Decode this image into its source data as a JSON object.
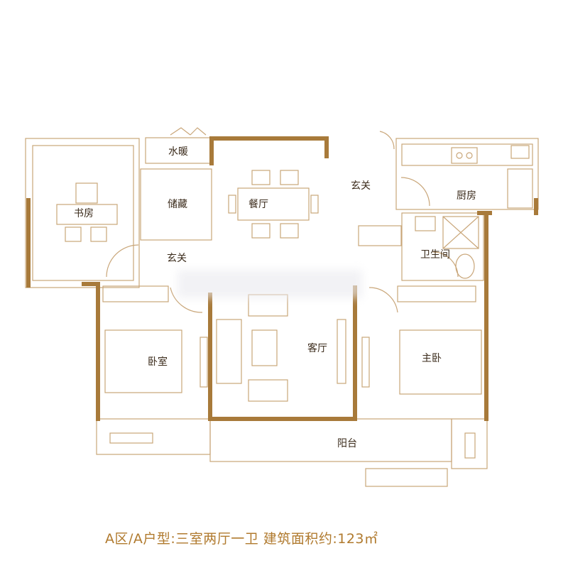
{
  "rooms": {
    "study": "书房",
    "water_heating": "水暖",
    "storage": "储藏",
    "dining": "餐厅",
    "foyer_left": "玄关",
    "foyer_right": "玄关",
    "kitchen": "厨房",
    "bathroom": "卫生间",
    "bedroom": "卧室",
    "living": "客厅",
    "master_bedroom": "主卧",
    "balcony": "阳台"
  },
  "caption": "A区/A户型:三室两厅一卫  建筑面积约:123㎡",
  "colors": {
    "wall": "#a87a3a",
    "thin_line": "#c9a679",
    "caption": "#b07a2e",
    "text": "#3a2a1a"
  }
}
